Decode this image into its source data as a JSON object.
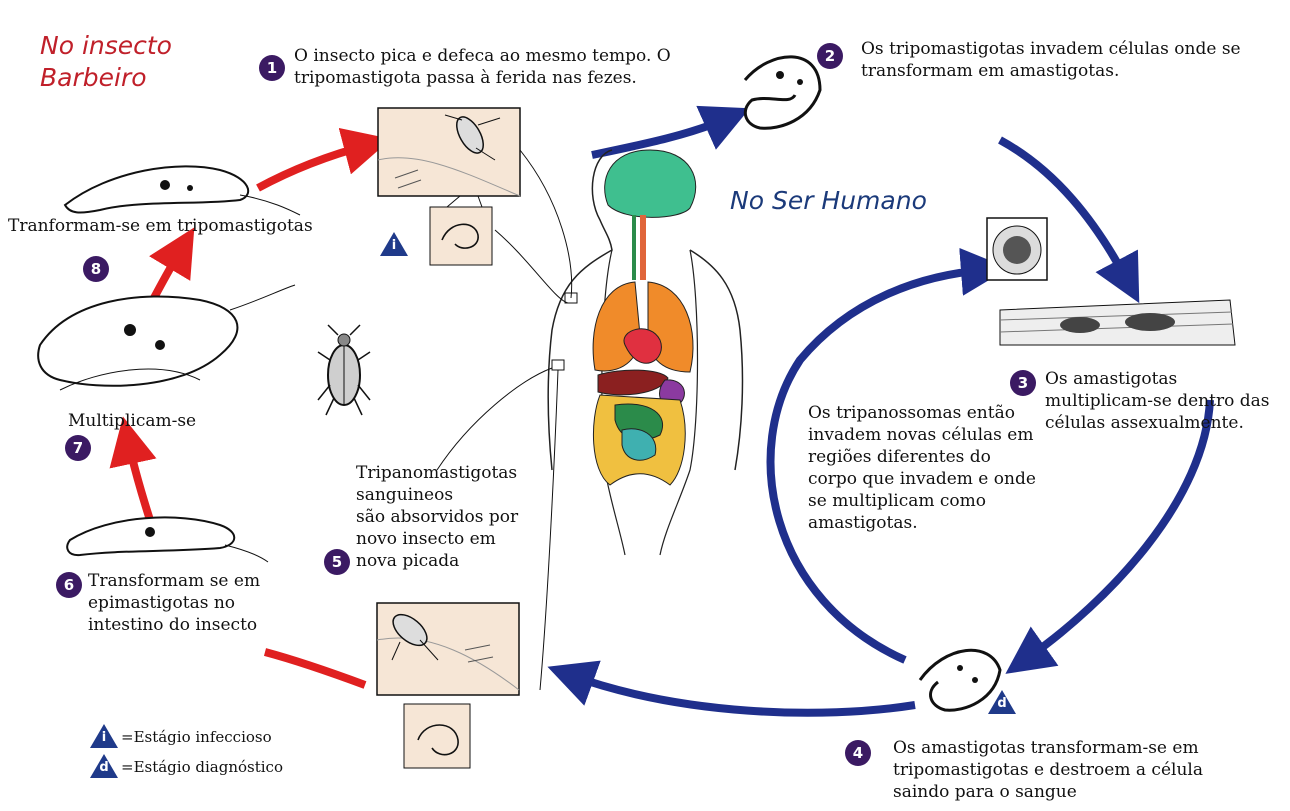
{
  "regions": {
    "insect_line1": "No insecto",
    "insect_line2": "Barbeiro",
    "human": "No Ser Humano"
  },
  "steps": {
    "s1": {
      "num": "1",
      "line1": "O insecto pica e defeca ao mesmo tempo. O",
      "line2": "tripomastigota passa à ferida nas fezes."
    },
    "s2": {
      "num": "2",
      "line1": "Os tripomastigotas invadem células onde se",
      "line2": "transformam em amastigotas."
    },
    "s3": {
      "num": "3",
      "line1": "Os amastigotas",
      "line2": "multiplicam-se  dentro das",
      "line3": "células assexualmente."
    },
    "s4": {
      "num": "4",
      "line1": "Os amastigotas transformam-se em",
      "line2": "tripomastigotas e destroem a célula",
      "line3": "saindo para o sangue"
    },
    "s5": {
      "num": "5",
      "line1": "Tripanomastigotas",
      "line2": "sanguineos",
      "line3": "são absorvidos por",
      "line4": "novo insecto em",
      "line5": "nova picada"
    },
    "s6": {
      "num": "6",
      "line1": "Transformam se em",
      "line2": "epimastigotas no",
      "line3": "intestino do insecto"
    },
    "s7": {
      "num": "7",
      "label": "Multiplicam-se"
    },
    "s8": {
      "num": "8",
      "label": "Tranformam-se em tripomastigotas"
    }
  },
  "center_note": {
    "line1": "Os tripanossomas então",
    "line2": "invadem novas células em",
    "line3": "regiões diferentes do",
    "line4": "corpo que invadem e onde",
    "line5": "se multiplicam como",
    "line6": "amastigotas."
  },
  "legend": {
    "infective_symbol": "i",
    "infective_label": "=Estágio infeccioso",
    "diagnostic_symbol": "d",
    "diagnostic_label": "=Estágio diagnóstico"
  },
  "colors": {
    "insect_cycle": "#e02020",
    "human_cycle": "#1f2f8c",
    "insect_region_text": "#c0202a",
    "human_region_text": "#1b3a7a",
    "step_badge": "#3b1a63",
    "stage_triangle": "#1f3a8a"
  }
}
